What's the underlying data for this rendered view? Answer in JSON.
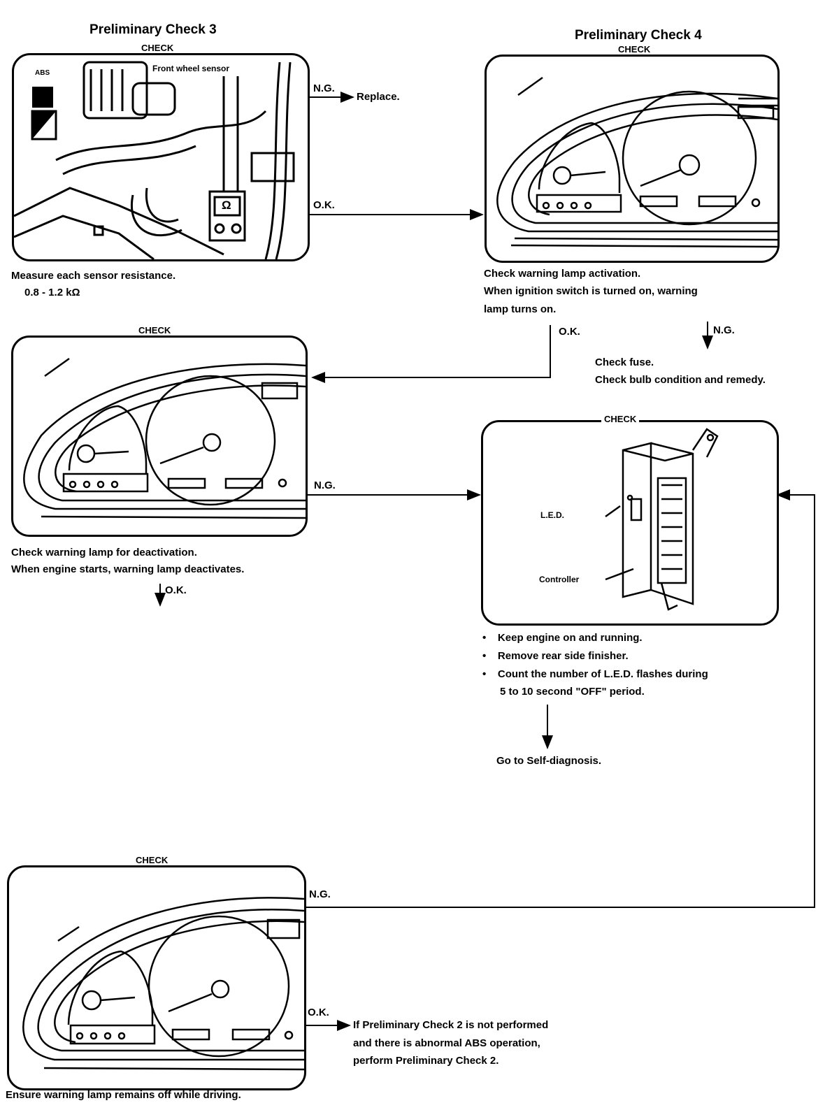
{
  "check3": {
    "title": "Preliminary Check 3",
    "check_label": "CHECK",
    "sensor_label": "Front wheel sensor",
    "meter_symbol": "Ω",
    "caption_line1": "Measure each sensor resistance.",
    "caption_line2": "0.8 - 1.2 kΩ",
    "ng_label": "N.G.",
    "ng_action": "Replace.",
    "ok_label": "O.K."
  },
  "check4": {
    "title": "Preliminary Check 4",
    "check_label": "CHECK",
    "caption_line1": "Check warning lamp activation.",
    "caption_line2": "When ignition switch is turned on, warning",
    "caption_line3": "lamp turns on.",
    "ok_label": "O.K.",
    "ng_label": "N.G.",
    "ng_action_line1": "Check fuse.",
    "ng_action_line2": "Check bulb condition and remedy."
  },
  "deactivation": {
    "check_label": "CHECK",
    "caption_line1": "Check warning lamp for deactivation.",
    "caption_line2": "When engine starts, warning lamp deactivates.",
    "ng_label": "N.G.",
    "ok_label": "O.K."
  },
  "controller": {
    "check_label": "CHECK",
    "led_label": "L.E.D.",
    "controller_label": "Controller",
    "bullets": [
      "Keep engine on and running.",
      "Remove rear side finisher.",
      "Count the number of L.E.D. flashes during"
    ],
    "bullet3_cont": "5 to 10 second \"OFF\" period.",
    "goto": "Go to Self-diagnosis."
  },
  "driving": {
    "check_label": "CHECK",
    "caption": "Ensure warning lamp remains off while driving.",
    "ng_label": "N.G.",
    "ok_label": "O.K.",
    "ok_action_line1": "If Preliminary Check 2 is not performed",
    "ok_action_line2": "and there is abnormal ABS operation,",
    "ok_action_line3": "perform Preliminary Check 2."
  }
}
